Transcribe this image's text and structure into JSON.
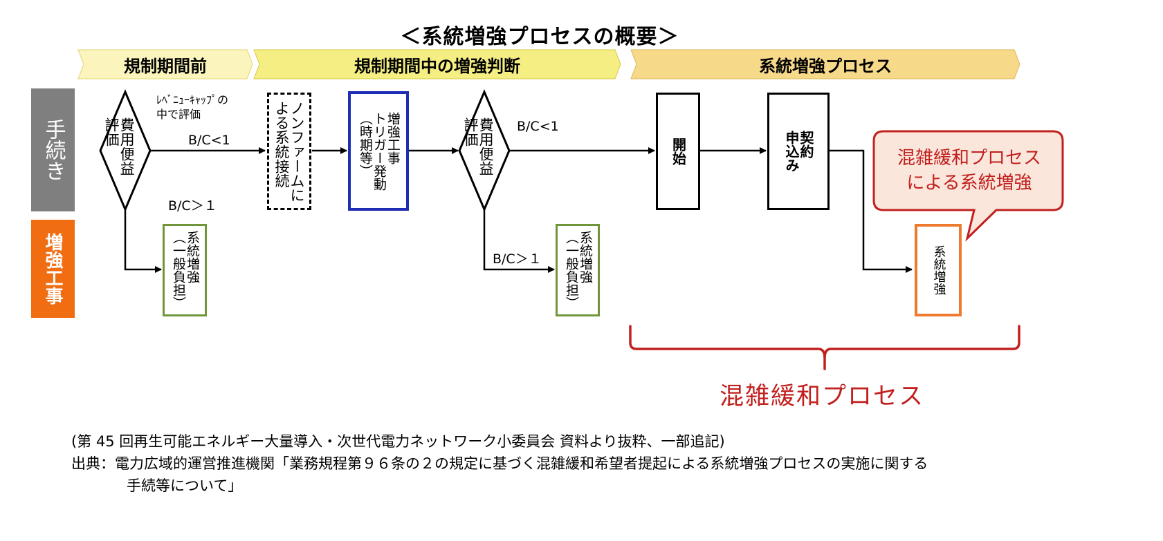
{
  "title": "＜系統増強プロセスの概要＞",
  "phases": [
    {
      "label": "規制期間前",
      "fill": "#fbf5bd"
    },
    {
      "label": "規制期間中の増強判断",
      "fill": "#f5ef83"
    },
    {
      "label": "系統増強プロセス",
      "fill": "#f7d98a"
    }
  ],
  "rows": {
    "procedure": {
      "label": "手続き",
      "bg": "#7f7f7f"
    },
    "reinforcement": {
      "label": "増強工事",
      "bg": "#f06d12"
    }
  },
  "nodes": {
    "diamond1": "費用便益\n評価",
    "revenue_cap": "ﾚﾍﾞﾆｭｰｷｬｯﾌﾟの\n中で評価",
    "bc_less_1a": "B/C<1",
    "bc_greater_1a": "B/C＞１",
    "general_a": "系統増強\n（一般負担）",
    "nonfirm": "ノンファームに\nよる系統接続",
    "trigger": "増強工事\nトリガー発動\n（時期等）",
    "diamond2": "費用便益\n評価",
    "bc_less_1b": "B/C<1",
    "bc_greater_1b": "B/C＞１",
    "general_b": "系統増強\n（一般負担）",
    "start": "開始",
    "contract": "契約\n申込み",
    "reinforce_c": "系統増強"
  },
  "callout": [
    "混雑緩和プロセス",
    "による系統増強"
  ],
  "bracket_label": "混雑緩和プロセス",
  "footnote": {
    "line1": "(第 45 回再生可能エネルギー大量導入・次世代電力ネットワーク小委員会 資料より抜粋、一部追記)",
    "line2": "出典：電力広域的運営推進機関「業務規程第９６条の２の規定に基づく混雑緩和希望者提起による系統増強プロセスの実施に関する",
    "line3": "手続等について」"
  },
  "colors": {
    "green": "#70963a",
    "blue": "#1f2cb4",
    "orange": "#ee7a2d",
    "red": "#c0201e",
    "callout_fill": "#fbe6dc"
  }
}
